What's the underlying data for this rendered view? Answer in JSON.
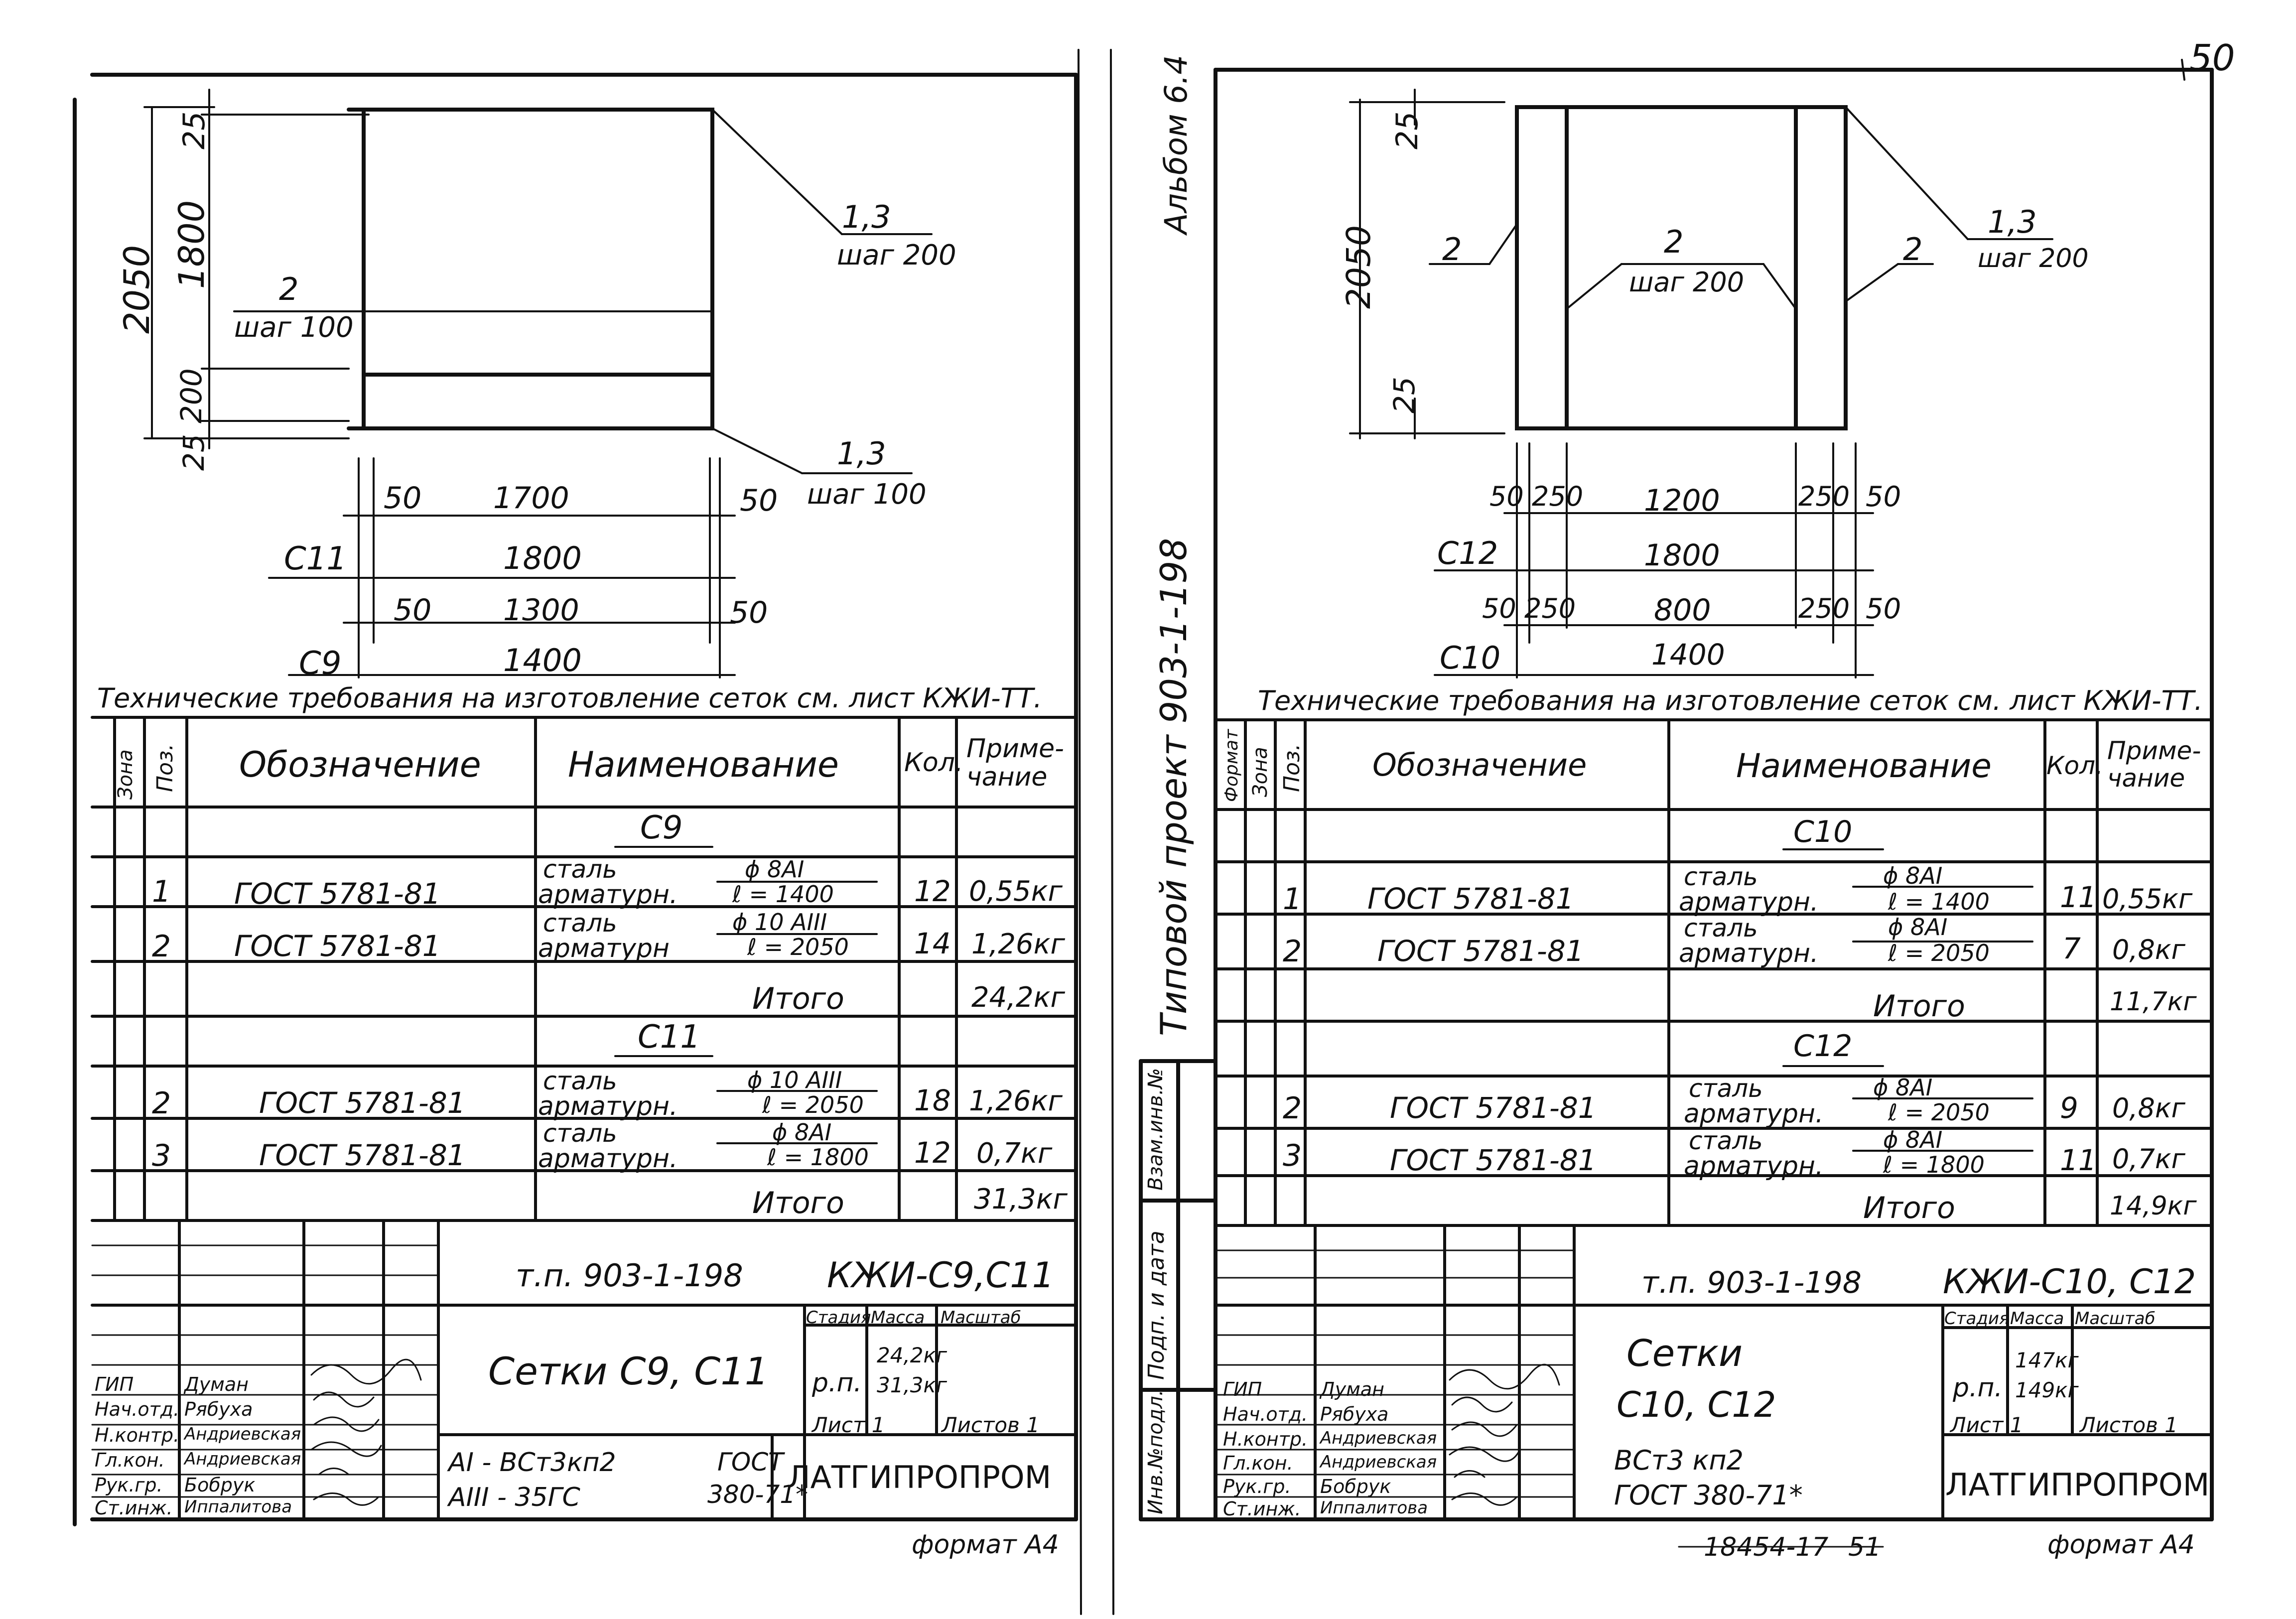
{
  "page_number": "50",
  "sheet_left": {
    "title": "Сетки С9, С11",
    "drawing": {
      "dim_vert_total": "2050",
      "dim_vert_top": "25",
      "dim_vert_middle": "1800",
      "dim_vert_lower": "200",
      "dim_vert_bottom": "25",
      "callout_left_pos": "2",
      "callout_left_step": "шаг 100",
      "callout_right_top_pos": "1,3",
      "callout_right_top_step": "шаг 200",
      "callout_right_bottom_pos": "1,3",
      "callout_right_bottom_step": "шаг 100",
      "dim_row1_left": "50",
      "dim_row1_mid": "1700",
      "dim_row1_right": "50",
      "mark_row2": "С11",
      "dim_row2": "1800",
      "dim_row3_left": "50",
      "dim_row3_mid": "1300",
      "dim_row3_right": "50",
      "mark_row4": "С9",
      "dim_row4": "1400"
    },
    "note": "Технические требования на изготовление сеток см. лист КЖИ-ТТ.",
    "spec": {
      "headers": {
        "zone": "Зона",
        "pos": "Поз.",
        "designation": "Обозначение",
        "name": "Наименование",
        "qty": "Кол.",
        "note": "Приме-\nчание"
      },
      "group1": "С9",
      "row1": {
        "pos": "1",
        "doc": "ГОСТ 5781-81",
        "name1": "сталь",
        "name2": "арматурн.",
        "dia": "ϕ 8АI",
        "len": "ℓ = 1400",
        "qty": "12",
        "mass": "0,55кг"
      },
      "row2": {
        "pos": "2",
        "doc": "ГОСТ 5781-81",
        "name1": "сталь",
        "name2": "арматурн",
        "dia": "ϕ 10 АIII",
        "len": "ℓ = 2050",
        "qty": "14",
        "mass": "1,26кг"
      },
      "total1_label": "Итого",
      "total1": "24,2кг",
      "group2": "С11",
      "row3": {
        "pos": "2",
        "doc": "ГОСТ 5781-81",
        "name1": "сталь",
        "name2": "арматурн.",
        "dia": "ϕ 10 АIII",
        "len": "ℓ = 2050",
        "qty": "18",
        "mass": "1,26кг"
      },
      "row4": {
        "pos": "3",
        "doc": "ГОСТ 5781-81",
        "name1": "сталь",
        "name2": "арматурн.",
        "dia": "ϕ 8АI",
        "len": "ℓ = 1800",
        "qty": "12",
        "mass": "0,7кг"
      },
      "total2_label": "Итого",
      "total2": "31,3кг"
    },
    "stamp": {
      "project": "т.п. 903-1-198",
      "code": "КЖИ-С9,С11",
      "title": "Сетки С9, С11",
      "stage_h": "Стадия",
      "mass_h": "Масса",
      "scale_h": "Масштаб",
      "stage": "р.п.",
      "mass1": "24,2кг",
      "mass2": "31,3кг",
      "sheet": "Лист 1",
      "sheets": "Листов 1",
      "material1": "АI - ВСт3кп2",
      "material2": "АIII - 35ГС",
      "gost1": "ГОСТ",
      "gost2": "380-71*",
      "org": "ЛАТГИПРОПРОМ",
      "roles": [
        "ГИП",
        "Нач.отд.",
        "Н.контр.",
        "Гл.кон.",
        "Рук.гр.",
        "Ст.инж."
      ],
      "names": [
        "Думан",
        "Рябуха",
        "Андриевская",
        "Андриевская",
        "Бобрук",
        "Иппалитова"
      ],
      "format": "формат А4"
    }
  },
  "sheet_right": {
    "margin_album": "Альбом 6.4",
    "margin_project": "Типовой проект 903-1-198",
    "margin_cells": [
      "Инв.№подл.",
      "Подп. и дата",
      "Взам.инв.№"
    ],
    "drawing": {
      "dim_vert_total": "2050",
      "dim_vert_top": "25",
      "dim_vert_bottom": "25",
      "callout_left": "2",
      "callout_mid_pos": "2",
      "callout_mid_step": "шаг 200",
      "callout_right": "2",
      "callout_far_pos": "1,3",
      "callout_far_step": "шаг 200",
      "row1": [
        "50",
        "250",
        "1200",
        "250",
        "50"
      ],
      "mark_row2": "С12",
      "dim_row2": "1800",
      "row3": [
        "50",
        "250",
        "800",
        "250",
        "50"
      ],
      "mark_row4": "С10",
      "dim_row4": "1400"
    },
    "note": "Технические требования на изготовление сеток см. лист КЖИ-ТТ.",
    "spec": {
      "headers": {
        "format": "Формат",
        "zone": "Зона",
        "pos": "Поз.",
        "designation": "Обозначение",
        "name": "Наименование",
        "qty": "Кол.",
        "note": "Приме-\nчание"
      },
      "group1": "С10",
      "row1": {
        "pos": "1",
        "doc": "ГОСТ 5781-81",
        "name1": "сталь",
        "name2": "арматурн.",
        "dia": "ϕ 8АI",
        "len": "ℓ = 1400",
        "qty": "11",
        "mass": "0,55кг"
      },
      "row2": {
        "pos": "2",
        "doc": "ГОСТ 5781-81",
        "name1": "сталь",
        "name2": "арматурн.",
        "dia": "ϕ 8АI",
        "len": "ℓ = 2050",
        "qty": "7",
        "mass": "0,8кг"
      },
      "total1_label": "Итого",
      "total1": "11,7кг",
      "group2": "С12",
      "row3": {
        "pos": "2",
        "doc": "ГОСТ 5781-81",
        "name1": "сталь",
        "name2": "арматурн.",
        "dia": "ϕ 8АI",
        "len": "ℓ = 2050",
        "qty": "9",
        "mass": "0,8кг"
      },
      "row4": {
        "pos": "3",
        "doc": "ГОСТ 5781-81",
        "name1": "сталь",
        "name2": "арматурн.",
        "dia": "ϕ 8АI",
        "len": "ℓ = 1800",
        "qty": "11",
        "mass": "0,7кг"
      },
      "total2_label": "Итого",
      "total2": "14,9кг"
    },
    "stamp": {
      "project": "т.п. 903-1-198",
      "code": "КЖИ-С10, С12",
      "title1": "Сетки",
      "title2": "С10, С12",
      "stage_h": "Стадия",
      "mass_h": "Масса",
      "scale_h": "Масштаб",
      "stage": "р.п.",
      "mass1": "147кг",
      "mass2": "149кг",
      "sheet": "Лист 1",
      "sheets": "Листов 1",
      "material1": "ВСт3 кп2",
      "material2": "ГОСТ 380-71*",
      "org": "ЛАТГИПРОПРОМ",
      "roles": [
        "ГИП",
        "Нач.отд.",
        "Н.контр.",
        "Гл.кон.",
        "Рук.гр.",
        "Ст.инж."
      ],
      "names": [
        "Думан",
        "Рябуха",
        "Андриевская",
        "Андриевская",
        "Бобрук",
        "Иппалитова"
      ],
      "format": "формат А4"
    },
    "archive_number": "18454-17",
    "bottom_page": "51"
  }
}
